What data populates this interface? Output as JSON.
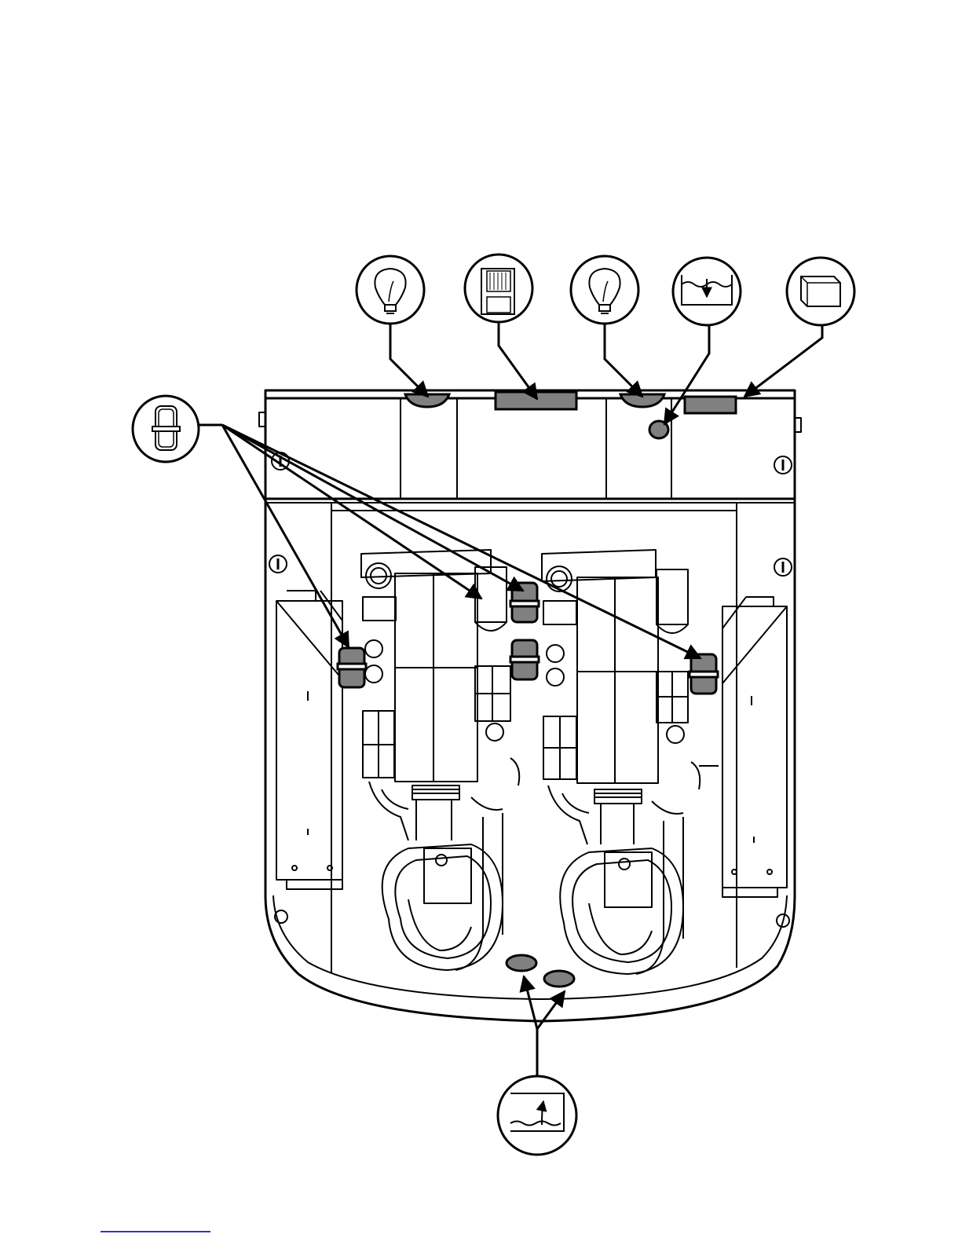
{
  "figure": {
    "kind": "component-location-diagram",
    "stroke_color": "#000000",
    "highlight_color": "#808080",
    "background_color": "#ffffff",
    "link_color": "#3333cc"
  },
  "callouts": [
    {
      "id": "lamp-left",
      "icon": "light-bulb-icon"
    },
    {
      "id": "filter",
      "icon": "filter-cartridge-icon"
    },
    {
      "id": "lamp-right",
      "icon": "light-bulb-icon"
    },
    {
      "id": "water-level-drain",
      "icon": "water-drain-icon"
    },
    {
      "id": "panel",
      "icon": "rectangular-pad-icon"
    },
    {
      "id": "fastener",
      "icon": "clamp-fitting-icon"
    },
    {
      "id": "water-inlet",
      "icon": "water-inlet-icon"
    }
  ],
  "footer": {
    "link_text": ""
  }
}
